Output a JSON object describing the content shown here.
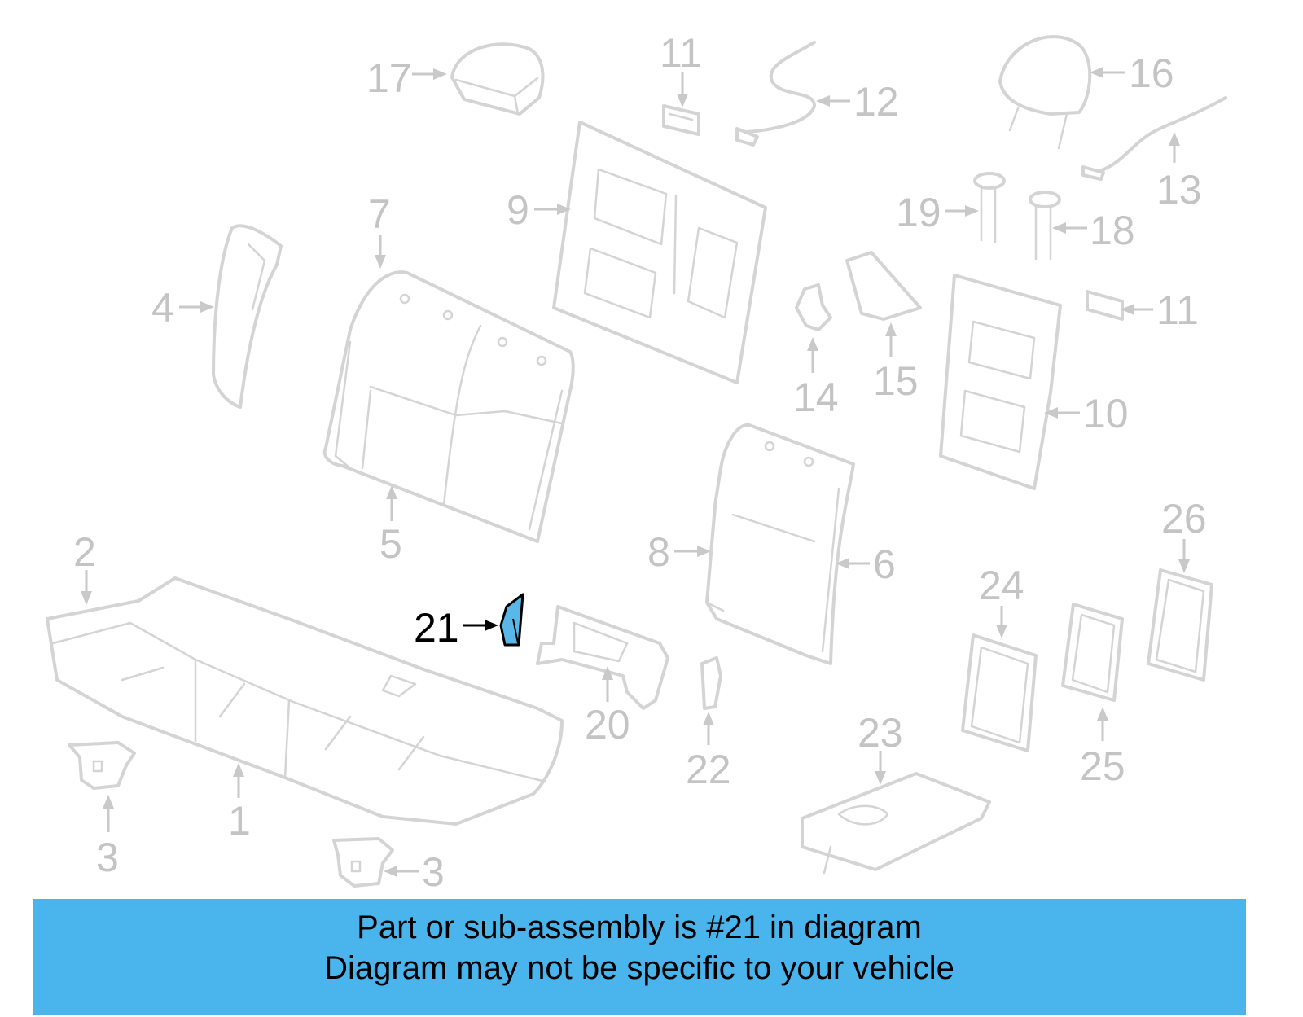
{
  "callouts": [
    "1",
    "2",
    "3",
    "3",
    "4",
    "5",
    "6",
    "7",
    "8",
    "9",
    "10",
    "11",
    "11",
    "12",
    "13",
    "14",
    "15",
    "16",
    "17",
    "18",
    "19",
    "20",
    "21",
    "22",
    "23",
    "24",
    "25",
    "26"
  ],
  "highlighted_part": "21",
  "colors": {
    "highlight": "#5ab8e8",
    "banner": "#4ab4ec",
    "linework": "#d4d4d4"
  },
  "banner": {
    "line1": "Part or sub-assembly is #21 in diagram",
    "line2": "Diagram may not be specific to your vehicle"
  }
}
